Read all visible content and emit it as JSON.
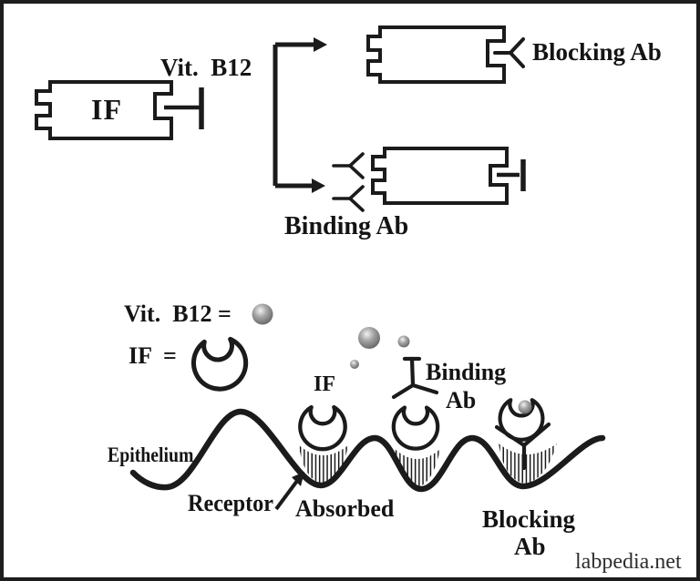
{
  "palette": {
    "ink": "#1b1b1b",
    "text": "#141414",
    "sphere_highlight": "#f2f2f2",
    "sphere_mid": "#a6a6a6",
    "sphere_edge": "#696969",
    "watermark_color": "#2d2d2d",
    "background": "#ffffff"
  },
  "top_diagram": {
    "if_box_label": "IF",
    "vit_b12_label": "Vit.  B12",
    "blocking_ab_label": "Blocking Ab",
    "binding_ab_label": "Binding Ab"
  },
  "legend": {
    "vit_b12_entry": "Vit.  B12 =",
    "if_entry": "IF  ="
  },
  "scene": {
    "if_label": "IF",
    "binding_ab_line1": "Binding",
    "binding_ab_line2": "Ab",
    "epithelium_label": "Epithelium",
    "receptor_label": "Receptor",
    "absorbed_label": "Absorbed",
    "blocking_ab_line1": "Blocking",
    "blocking_ab_line2": "Ab"
  },
  "watermark": "labpedia.net"
}
